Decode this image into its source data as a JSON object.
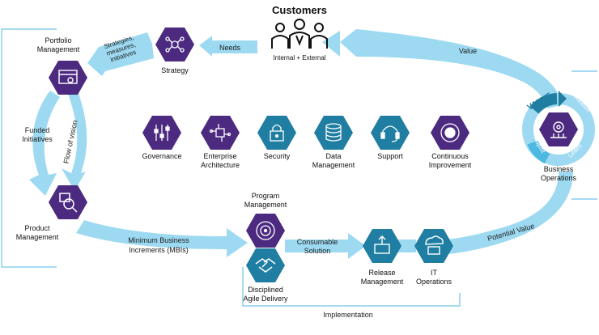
{
  "customers": {
    "title": "Customers",
    "subtitle": "Internal + External"
  },
  "arrows": {
    "needs": "Needs",
    "value": "Value",
    "strategies_line1": "Strategies,",
    "strategies_line2": "measures,",
    "strategies_line3": "initiatives",
    "funded_line1": "Funded",
    "funded_line2": "Initiatives",
    "flow_of_vision": "Flow of vision",
    "mbi_line1": "Minimum Business",
    "mbi_line2": "Increments (MBIs)",
    "consumable_line1": "Consumable",
    "consumable_line2": "Solution",
    "potential_value": "Potential Value",
    "implementation": "Implementation"
  },
  "nodes": {
    "portfolio": {
      "line1": "Portfolio",
      "line2": "Management",
      "icon": "portfolio-board-icon"
    },
    "strategy": {
      "label": "Strategy",
      "icon": "strategy-network-icon"
    },
    "product": {
      "line1": "Product",
      "line2": "Management",
      "icon": "product-search-icon"
    },
    "program": {
      "line1": "Program",
      "line2": "Management",
      "icon": "program-target-icon"
    },
    "agile": {
      "line1": "Disciplined",
      "line2": "Agile Delivery",
      "icon": "handshake-icon"
    },
    "release": {
      "line1": "Release",
      "line2": "Management",
      "icon": "release-box-icon"
    },
    "itops": {
      "line1": "IT",
      "line2": "Operations",
      "icon": "cloud-server-icon"
    },
    "business": {
      "line1": "Business",
      "line2": "Operations",
      "icon": "business-gear-icon"
    }
  },
  "cycle": {
    "value": "VALUE",
    "realize": "Realize",
    "learn": "Learn",
    "adjust": "Adjust"
  },
  "enablers": [
    {
      "line1": "Governance",
      "line2": "",
      "icon": "sliders-icon",
      "color": "#4b2a7f"
    },
    {
      "line1": "Enterprise",
      "line2": "Architecture",
      "icon": "circuit-icon",
      "color": "#4b2a7f"
    },
    {
      "line1": "Security",
      "line2": "",
      "icon": "lock-icon",
      "color": "#1f7ea1"
    },
    {
      "line1": "Data",
      "line2": "Management",
      "icon": "database-icon",
      "color": "#1f7ea1"
    },
    {
      "line1": "Support",
      "line2": "",
      "icon": "headset-icon",
      "color": "#1f7ea1"
    },
    {
      "line1": "Continuous",
      "line2": "Improvement",
      "icon": "pdca-icon",
      "color": "#4b2a7f"
    }
  ],
  "colors": {
    "arrow": "#9ddaf2",
    "purple": "#4b2a7f",
    "teal": "#1f7ea1",
    "text": "#222222",
    "accent": "#1f7ea1"
  }
}
